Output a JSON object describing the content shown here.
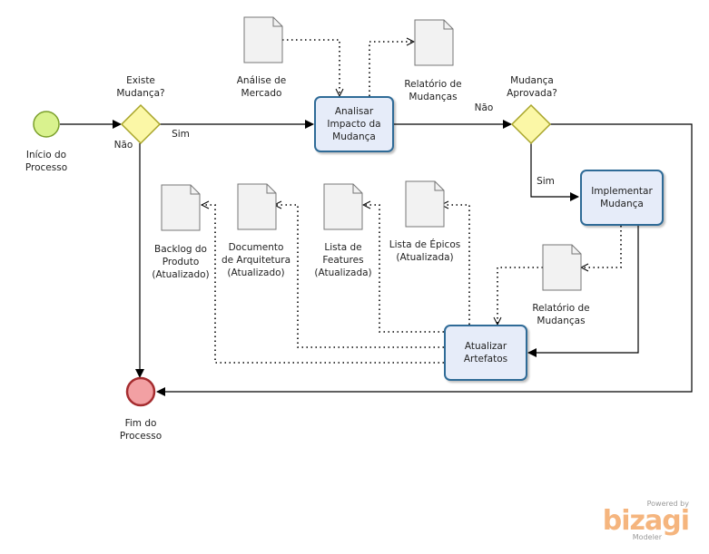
{
  "events": {
    "start": "Início do\nProcesso",
    "end": "Fim do\nProcesso"
  },
  "gateways": {
    "change_exists": "Existe\nMudança?",
    "change_approved": "Mudança\nAprovada?"
  },
  "flow_labels": {
    "no_1": "Não",
    "yes_1": "Sim",
    "no_2": "Não",
    "yes_2": "Sim"
  },
  "tasks": {
    "analyze": "Analisar\nImpacto da\nMudança",
    "implement": "Implementar\nMudança",
    "update": "Atualizar\nArtefatos"
  },
  "artifacts": {
    "market_analysis": "Análise de\nMercado",
    "change_report_1": "Relatório de\nMudanças",
    "change_report_2": "Relatório de\nMudanças",
    "backlog": "Backlog do\nProduto\n(Atualizado)",
    "architecture": "Documento\nde Arquitetura\n(Atualizado)",
    "features": "Lista de\nFeatures\n(Atualizada)",
    "epics": "Lista de Épicos\n(Atualizada)"
  },
  "branding": {
    "powered_by": "Powered by",
    "logo": "bizagi",
    "product": "Modeler"
  },
  "colors": {
    "start_fill": "#d9f28e",
    "start_stroke": "#7a9f2a",
    "end_fill": "#f2a0a3",
    "end_stroke": "#a52c2f",
    "gateway_fill": "#fbf7a6",
    "gateway_stroke": "#a8a52a",
    "task_fill": "#e6ecf9",
    "task_stroke": "#2f6b97",
    "brand": "#f5b57e"
  }
}
